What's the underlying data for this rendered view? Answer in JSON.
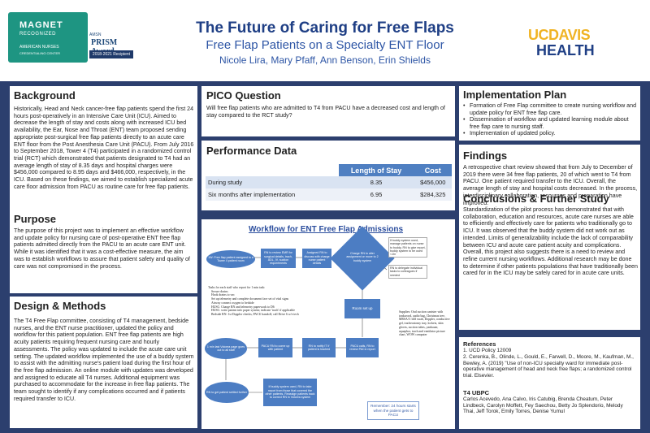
{
  "header": {
    "title": "The Future of Caring for Free Flaps",
    "subtitle": "Free Flap Patients on a Specialty ENT Floor",
    "authors": "Nicole Lira, Mary Pfaff, Ann Benson, Erin Shields",
    "logo_uc": "UCDAVIS",
    "logo_health": "HEALTH",
    "magnet_line1": "MAGNET",
    "magnet_line2": "RECOGNIZED",
    "magnet_line3": "AMERICAN NURSES",
    "magnet_line4": "CREDENTIALING CENTER",
    "prism_line1": "AMSN",
    "prism_line2": "PRISM Award",
    "prism_line3": "2018-2021 Recipient"
  },
  "background": {
    "heading": "Background",
    "text": "Historically, Head and Neck cancer-free flap patients spend the first 24 hours post-operatively in an Intensive Care Unit (ICU). Aimed to decrease the length of stay and costs along with increased ICU bed availability, the Ear, Nose and Throat (ENT) team proposed sending appropriate post-surgical free flap patients directly to an acute care ENT floor from the Post Anesthesia Care Unit (PACU). From July 2016 to September 2018, Tower 4 (T4) participated in a randomized control trial (RCT) which demonstrated that patients designated to T4 had an average length of stay of 8.35 days and hospital charges were $456,000 compared to 8.95 days and $466,000, respectively, in the ICU. Based on these findings, we aimed to establish specialized acute care floor admission from PACU as routine care for free flap patients."
  },
  "purpose": {
    "heading": "Purpose",
    "text": "The purpose of this project was to implement an effective workflow and update policy for nursing care of post-operative ENT free flap patients admitted directly from the PACU to an acute care ENT unit. While it was identified that it was a cost-effective measure, the aim was to establish workflows to assure that patient safety and quality of care was not compromised in the process."
  },
  "design": {
    "heading": "Design & Methods",
    "text": "The T4 Free Flap committee, consisting of T4 management, bedside nurses, and the ENT nurse practitioner, updated the policy and workflow for this patient population. ENT free flap patients are high acuity patients requiring frequent nursing care and hourly assessments. The policy was updated to include the acute care unit setting. The updated workflow implemented the use of a buddy system to assist with the admitting nurse's patient load during the first hour of the free flap admission. An online module with updates was developed and assigned to educate all T4 nurses. Additional equipment was purchased to accommodate for the increase in free flap patients. The team sought to identify if any complications occurred and if patients required transfer to ICU."
  },
  "pico": {
    "heading": "PICO Question",
    "text": "Will free flap patients who are admitted to T4 from PACU have a decreased cost and length of stay compared to the RCT study?"
  },
  "performance": {
    "heading": "Performance Data",
    "columns": [
      "",
      "Length of Stay",
      "Cost"
    ],
    "rows": [
      [
        "During study",
        "8.35",
        "$456,000"
      ],
      [
        "Six months after implementation",
        "6.95",
        "$284,325"
      ]
    ]
  },
  "workflow": {
    "title": "Workflow for ENT Free Flap Admissions",
    "start": "1W: Free flap patient assigned to a Tower 4 patient room",
    "step2": "RN to review EMR for surgical details, trach, ADL, IV, suction requirements",
    "step3": "Assigned RN to discuss with charge nurse patient details",
    "decision": "Charge RN to alter assignment or move to 2 buddy system",
    "note1": "If buddy system used, manage patients on nurse to buddy, RN to give report, buddy system to be used <1hr",
    "note2": "RN to delegate individual tasks to colleagues if needed",
    "tasks_title": "Tasks for each staff who report for 1 min task:",
    "tasks": [
      "Secure drains",
      "Hook drains to vac",
      "Set up telemetry and complete document face set of vital signs",
      "Airway connect oxygen to bedside",
      "HUSC: Charge RN and telemetry paperwork to D6",
      "HUSC: write patient info paper system; indicate 'trach' if applicable",
      "Bedside RN: 1st Doppler checks; PACU handoff; call Drive 6 w/e tech"
    ],
    "room_setup": "Room set up",
    "supplies": "Supplies: Oral suction canister with tonkwood, audio bag, Christmas tree, MRSA/C-diff swab, Doppler, conductive gel, tracheostomy tray, lockets, skin gloves, suction tubes, yankauer, aquaphor, trach and ventilator picture chart, WOW computer",
    "pacu_calls": "PACU calls, RN to review PACU report",
    "notify": "RN to notify IT if patient is trached",
    "pacu_rn": "PACU RN to come up with patient",
    "buddy_goes": "1 min last Voicera page goes out to all staff",
    "rn_goes": "RN to get patient settled further",
    "buddy_release": "If buddy system used, RN to take report from those that covered the other patients. Reassign patients back to correct RN in Voicera system",
    "remember": "Remember: 24 hours starts when the patient gets to PACU"
  },
  "implementation": {
    "heading": "Implementation Plan",
    "items": [
      "Formation of Free Flap committee to create nursing workflow and update policy for ENT free flap care.",
      "Dissemination of workflow and updated learning module about free flap care to nursing staff.",
      "Implementation of updated policy."
    ]
  },
  "findings": {
    "heading": "Findings",
    "text": "A retrospective chart review showed that from July to December of 2019 there were 34 free flap patients, 20 of which went to T4 from PACU. One patient required transfer to the ICU. Overall, the average length of stay and hospital costs decreased. In the process, interdisciplinary collaboration, resources and preparation have improved."
  },
  "conclusions": {
    "heading": "Conclusions & Further Study",
    "text": "Standardization of the pilot process has demonstrated that with collaboration, education and resources, acute care nurses are able to efficiently and effectively care for patients who traditionally go to ICU. It was observed that the buddy system did not work out as intended. Limits of generalizability include the lack of comparability between ICU and acute care patient acuity and complications. Overall, this project also suggests there is a need to review and refine current nursing workflows. Additional research may be done to determine if other patients populations that have traditionally been cared for in the ICU may be safely cared for in acute care units."
  },
  "references": {
    "heading": "References",
    "items": [
      "1.  UCD Policy 12009",
      "2.  Cerenka, B., Olinde, L., Gould, E., Farwell, D., Moore, M., Kaufman, M., Bewley, A. (2019) \"Use of non-ICU specialty ward for immediate post-operative management of head and neck free flaps; a randomized control trial. Elsevier."
    ]
  },
  "ubpc": {
    "heading": "T4 UBPC",
    "text": "Carlos Acevedo, Ana Calvo, Iris Catubig, Brenda Cheatum, Peter Lindbeck, Carolyn Moffett, Fey Saechou, Betty Jo Splendorio, Melody Thai, Jeff Torok, Emily Torres, Denise Yumul"
  },
  "colors": {
    "navy_bg": "#2c3f6e",
    "title_blue": "#1f3f85",
    "table_header": "#4f7fc1",
    "flow_box": "#4c7dc3",
    "magnet_green": "#1e9582",
    "uc_gold": "#f0b323"
  }
}
